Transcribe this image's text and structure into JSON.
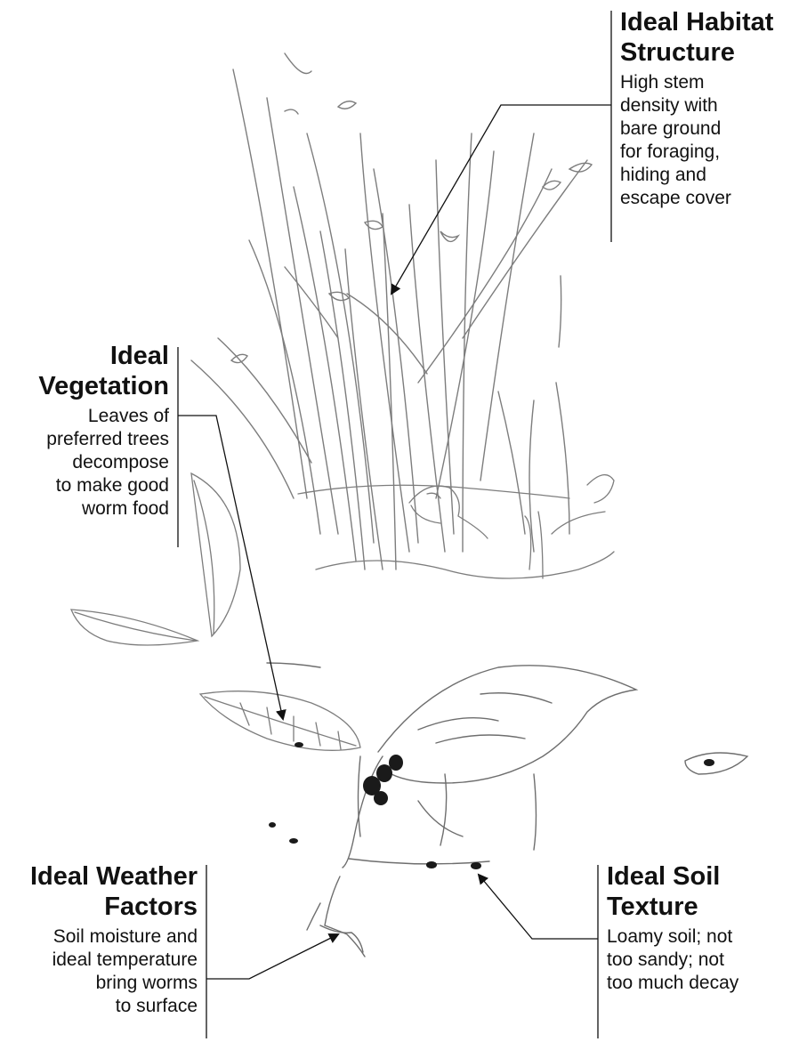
{
  "callouts": {
    "habitat": {
      "title_line1": "Ideal Habitat",
      "title_line2": "Structure",
      "body": [
        "High stem",
        "density with",
        "bare ground",
        "for foraging,",
        "hiding and",
        "escape cover"
      ]
    },
    "vegetation": {
      "title_line1": "Ideal",
      "title_line2": "Vegetation",
      "body": [
        "Leaves of",
        "preferred trees",
        "decompose",
        "to make good",
        "worm food"
      ]
    },
    "weather": {
      "title_line1": "Ideal Weather",
      "title_line2": "Factors",
      "body": [
        "Soil moisture and",
        "ideal temperature",
        "bring worms",
        "to surface"
      ]
    },
    "soil": {
      "title_line1": "Ideal Soil",
      "title_line2": "Texture",
      "body": [
        "Loamy soil; not",
        "too sandy; not",
        "too much decay"
      ]
    }
  },
  "illustration": {
    "subjects": [
      "woodcock-in-cover",
      "falling-leaves",
      "feeding-woodcock",
      "earthworm"
    ],
    "stroke_color": "#8a8a8a",
    "ink_color": "#111111"
  }
}
